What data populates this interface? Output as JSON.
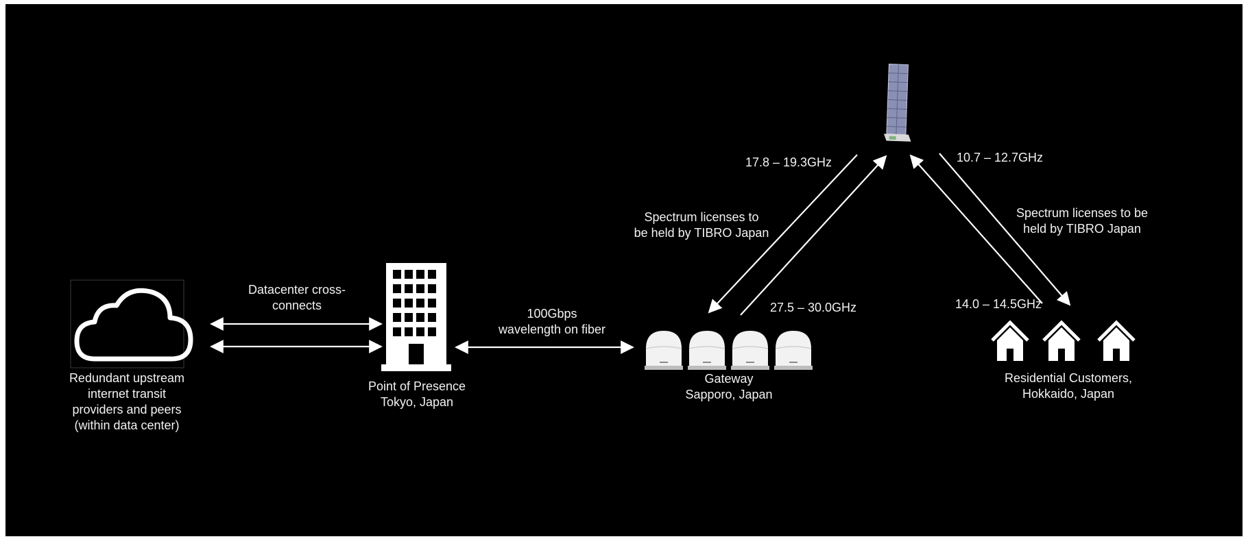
{
  "colors": {
    "background": "#000000",
    "foreground": "#ffffff",
    "text": "#f2f2f2",
    "satellite_panel": "#8a8fb4"
  },
  "icons": {
    "cloud": "cloud-icon",
    "building": "building-icon",
    "satellite": "satellite-icon",
    "dish": "gateway-dish-icon",
    "house": "house-icon"
  },
  "nodes": {
    "cloud": {
      "lines": [
        "Redundant upstream",
        "internet transit",
        "providers and peers",
        "(within data center)"
      ]
    },
    "pop": {
      "lines": [
        "Point of Presence",
        "Tokyo, Japan"
      ]
    },
    "gateway": {
      "lines": [
        "Gateway",
        "Sapporo, Japan"
      ]
    },
    "customers": {
      "lines": [
        "Residential Customers,",
        "Hokkaido, Japan"
      ]
    }
  },
  "links": {
    "cross_connect": {
      "lines": [
        "Datacenter cross-",
        "connects"
      ]
    },
    "fiber": {
      "lines": [
        "100Gbps",
        "wavelength on fiber"
      ]
    },
    "gateway_downlink": {
      "label": "17.8 – 19.3GHz"
    },
    "gateway_uplink": {
      "label": "27.5 – 30.0GHz"
    },
    "customer_downlink": {
      "label": "10.7 – 12.7GHz"
    },
    "customer_uplink": {
      "label": "14.0 – 14.5GHz"
    },
    "left_spectrum": {
      "lines": [
        "Spectrum licenses to",
        "be held by TIBRO Japan"
      ]
    },
    "right_spectrum": {
      "lines": [
        "Spectrum licenses to be",
        "held by TIBRO Japan"
      ]
    }
  }
}
